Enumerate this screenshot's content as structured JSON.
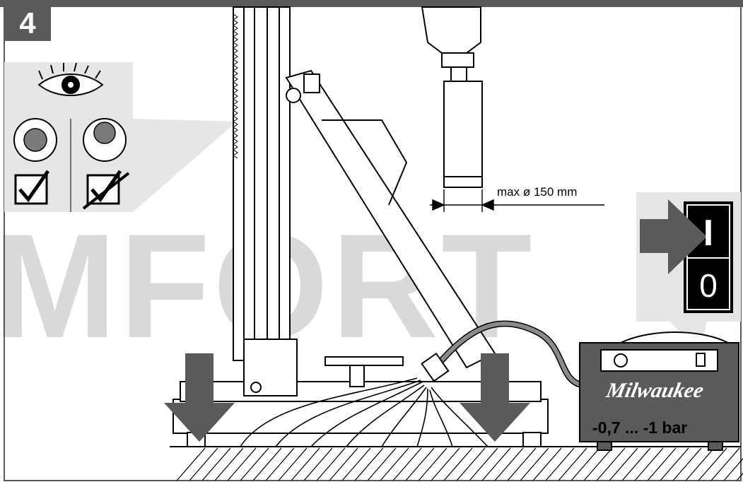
{
  "step_number": "4",
  "watermark_text": "MFORT",
  "dimension_label": "max ø 150 mm",
  "pump": {
    "brand": "Milwaukee",
    "pressure_label": "-0,7 ... -1 bar"
  },
  "switch": {
    "on_symbol": "I",
    "off_symbol": "0"
  },
  "icons": {
    "eye": "eye-icon",
    "gauge_ok": "gauge-ok-icon",
    "gauge_bad": "gauge-bad-icon",
    "check_ok": "checkbox-checked-icon",
    "check_bad": "checkbox-crossed-icon",
    "arrow_press": "arrow-down-icon",
    "arrow_switch": "arrow-right-icon"
  },
  "colors": {
    "arrow_gray": "#5a5a5a",
    "callout_gray": "#e6e6e6",
    "gauge_fill": "#7a7a7a",
    "pump_body": "#5a5a5a",
    "outline": "#000000"
  }
}
